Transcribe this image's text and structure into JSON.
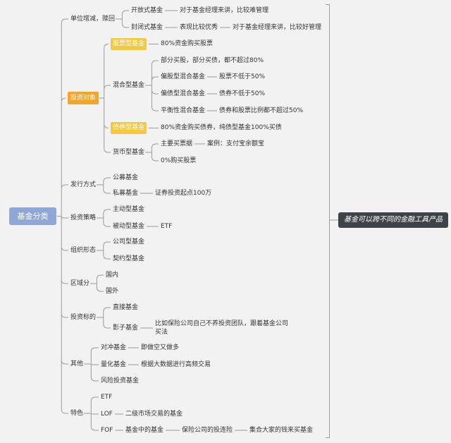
{
  "colors": {
    "background": "#f2f2f2",
    "line": "#9b9b9b",
    "text": "#333333",
    "root_fill": "#8fa7d6",
    "summary_fill": "#3e4349"
  },
  "root": {
    "label": "基金分类"
  },
  "summary": {
    "label": "基金可以跨不同的金融工具产品"
  },
  "branches": [
    {
      "label": "单位增减，赎回",
      "children": [
        {
          "label": "开放式基金",
          "children": [
            {
              "label": "对于基金经理来讲，比较难管理"
            }
          ]
        },
        {
          "label": "封闭式基金",
          "children": [
            {
              "label": "表现比较优秀",
              "children": [
                {
                  "label": "对于基金经理来讲，比较好管理"
                }
              ]
            }
          ]
        }
      ]
    },
    {
      "label": "投资对象",
      "fill": "#f3a52c",
      "children": [
        {
          "label": "股票型基金",
          "fill": "#f5c842",
          "children": [
            {
              "label": "80%资金购买股票"
            }
          ]
        },
        {
          "label": "混合型基金",
          "children": [
            {
              "label": "部分买股，部分买债，都不超过80%"
            },
            {
              "label": "偏股型混合基金",
              "children": [
                {
                  "label": "股票不低于50%"
                }
              ]
            },
            {
              "label": "偏债型混合基金",
              "children": [
                {
                  "label": "债券不低于50%"
                }
              ]
            },
            {
              "label": "平衡性混合基金",
              "children": [
                {
                  "label": "债券和股票比例都不超过50%"
                }
              ]
            }
          ]
        },
        {
          "label": "债券型基金",
          "fill": "#f5c842",
          "children": [
            {
              "label": "80%资金购买债券，纯债型基金100%买债"
            }
          ]
        },
        {
          "label": "货币型基金",
          "children": [
            {
              "label": "主要买票据",
              "children": [
                {
                  "label": "案例：支付宝余额宝"
                }
              ]
            },
            {
              "label": "0%购买股票"
            }
          ]
        }
      ]
    },
    {
      "label": "发行方式",
      "children": [
        {
          "label": "公募基金"
        },
        {
          "label": "私募基金",
          "children": [
            {
              "label": "证券投资起点100万"
            }
          ]
        }
      ]
    },
    {
      "label": "投资策略",
      "children": [
        {
          "label": "主动型基金"
        },
        {
          "label": "被动型基金",
          "children": [
            {
              "label": "ETF"
            }
          ]
        }
      ]
    },
    {
      "label": "组织形态",
      "children": [
        {
          "label": "公司型基金"
        },
        {
          "label": "契约型基金"
        }
      ]
    },
    {
      "label": "区域分",
      "children": [
        {
          "label": "国内"
        },
        {
          "label": "国外"
        }
      ]
    },
    {
      "label": "投资标的",
      "children": [
        {
          "label": "直接基金"
        },
        {
          "label": "影子基金",
          "children": [
            {
              "label": "比如保险公司自己不养投资团队，跟着基金公司买法"
            }
          ]
        }
      ]
    },
    {
      "label": "其他",
      "children": [
        {
          "label": "对冲基金",
          "children": [
            {
              "label": "即做空又做多"
            }
          ]
        },
        {
          "label": "量化基金",
          "children": [
            {
              "label": "根据大数据进行高频交易"
            }
          ]
        },
        {
          "label": "风险投资基金"
        }
      ]
    },
    {
      "label": "特色",
      "children": [
        {
          "label": "ETF"
        },
        {
          "label": "LOF",
          "children": [
            {
              "label": "二级市场交易的基金"
            }
          ]
        },
        {
          "label": "FOF",
          "children": [
            {
              "label": "基金中的基金",
              "children": [
                {
                  "label": "保险公司的投连险",
                  "children": [
                    {
                      "label": "集合大家的钱来买基金"
                    }
                  ]
                }
              ]
            }
          ]
        }
      ]
    }
  ]
}
